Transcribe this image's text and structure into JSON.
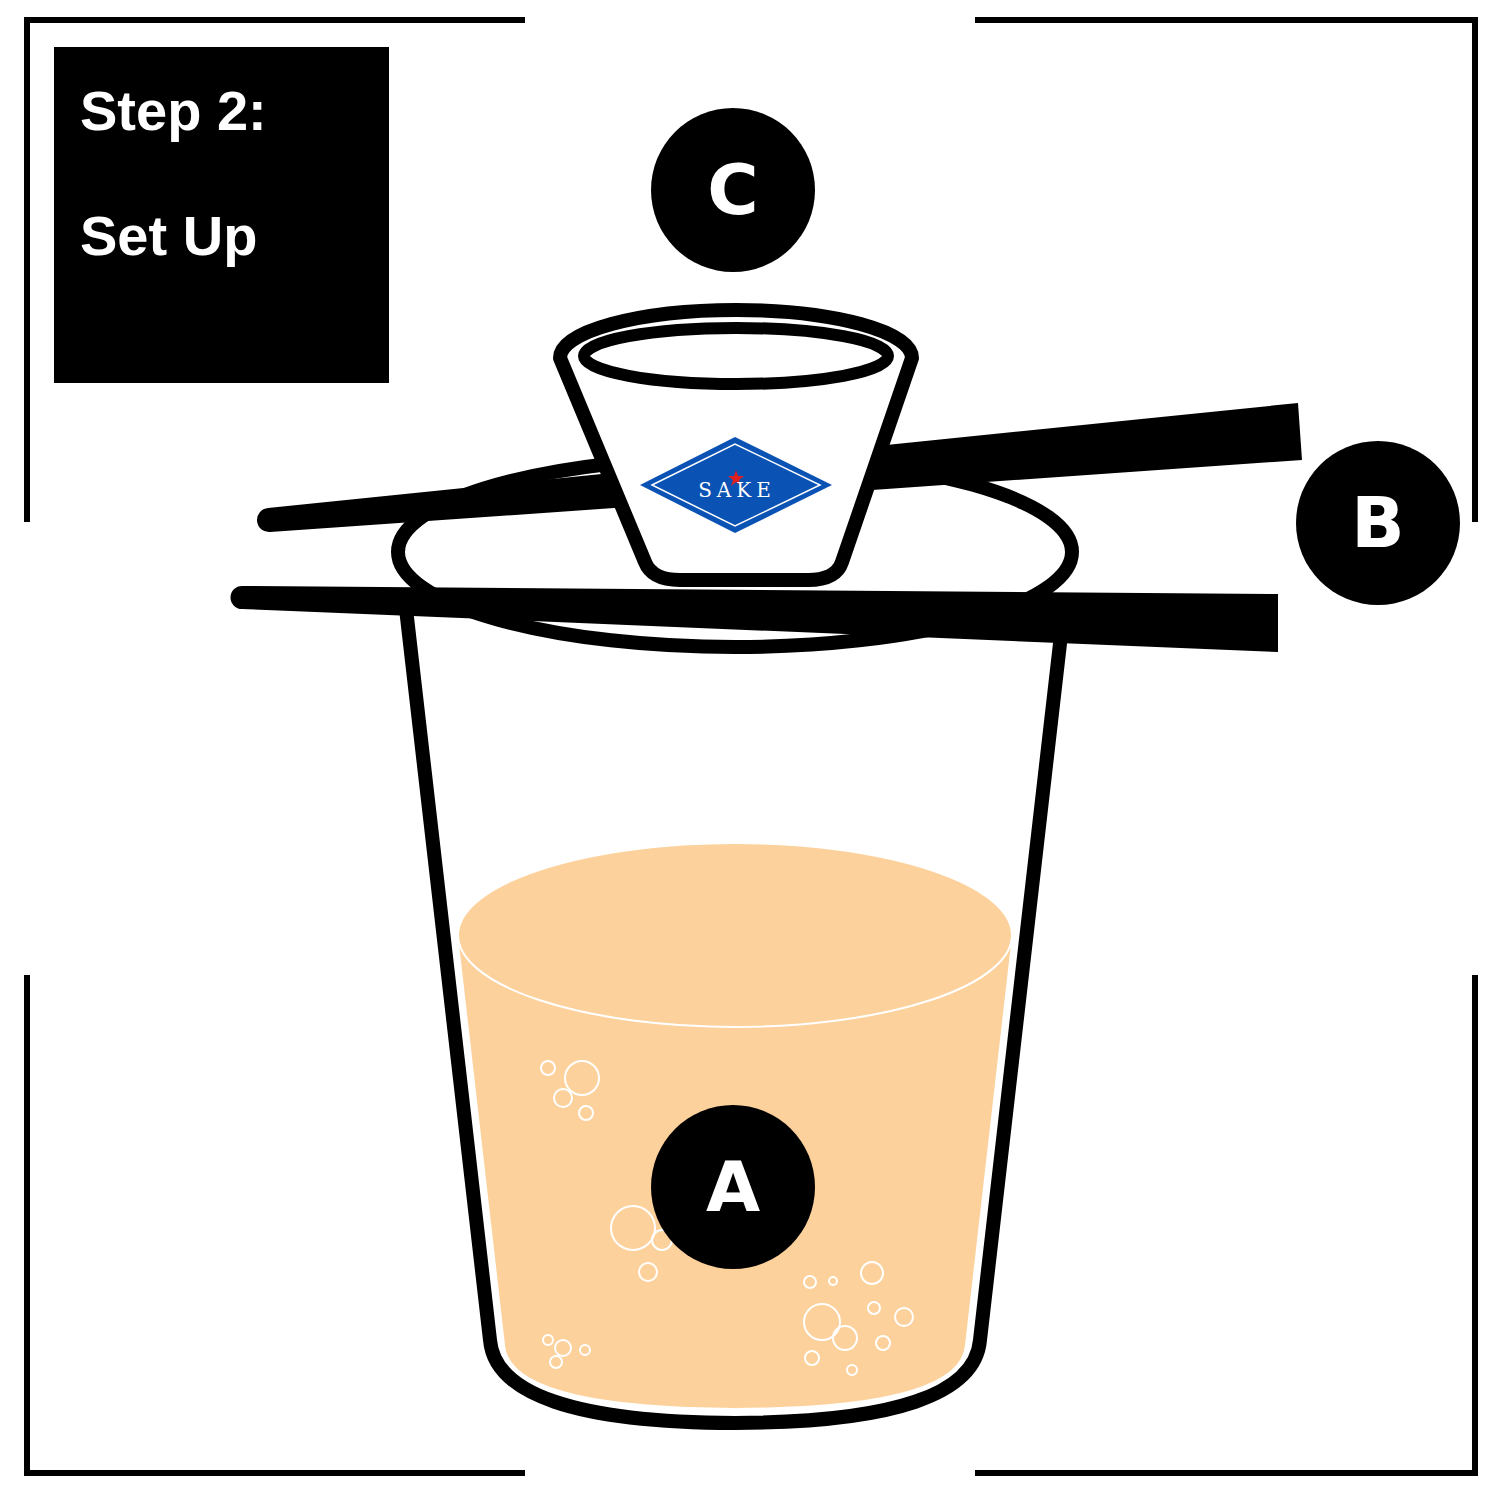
{
  "diagram": {
    "title": "Step 2: Set Up",
    "labels": [
      "C",
      "SAKE",
      "B",
      "A"
    ]
  }
}
